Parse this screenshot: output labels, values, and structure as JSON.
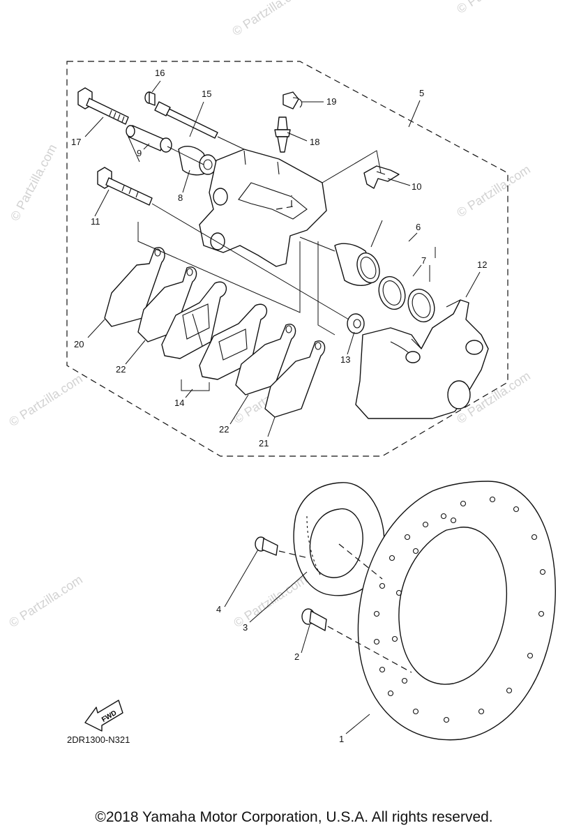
{
  "watermarks": [
    "© Partzilla.com"
  ],
  "callouts": [
    "1",
    "2",
    "3",
    "4",
    "5",
    "6",
    "7",
    "8",
    "9",
    "10",
    "11",
    "12",
    "13",
    "14",
    "15",
    "16",
    "17",
    "18",
    "19",
    "20",
    "21",
    "22"
  ],
  "diagram_code": "2DR1300-N321",
  "fwd_label": "FWD",
  "copyright": "©2018 Yamaha Motor Corporation, U.S.A. All rights reserved."
}
